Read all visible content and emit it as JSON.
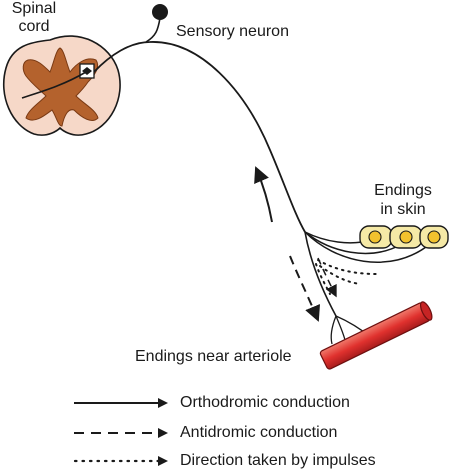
{
  "labels": {
    "spinal_cord_line1": "Spinal",
    "spinal_cord_line2": "cord",
    "sensory_neuron": "Sensory neuron",
    "endings_skin_line1": "Endings",
    "endings_skin_line2": "in skin",
    "endings_arteriole": "Endings near arteriole"
  },
  "legend": [
    {
      "style": "solid",
      "label": "Orthodromic conduction"
    },
    {
      "style": "dashed",
      "label": "Antidromic conduction"
    },
    {
      "style": "dotted",
      "label": "Direction taken by impulses"
    }
  ],
  "colors": {
    "cord_fill": "#f6d8c8",
    "grey_matter": "#b4622d",
    "skin_cell": "#f5e9a6",
    "skin_nucleus": "#f2c22e",
    "arteriole": "#e0312e",
    "line": "#1a1a1a"
  }
}
